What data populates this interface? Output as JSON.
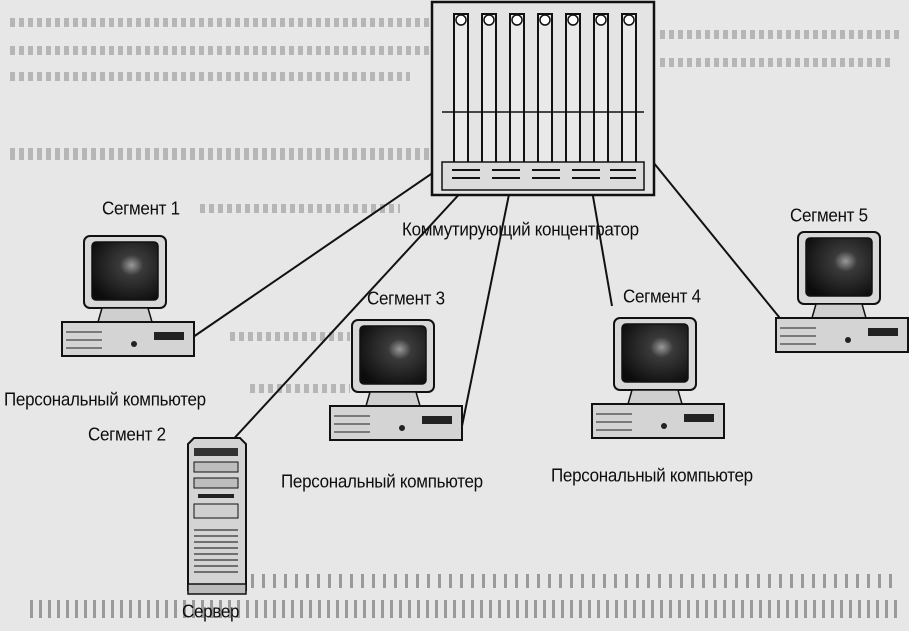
{
  "labels": {
    "hub": "Коммутирующий концентратор",
    "segment1": "Сегмент 1",
    "segment2": "Сегмент 2",
    "segment3": "Сегмент 3",
    "segment4": "Сегмент 4",
    "segment5": "Сегмент 5",
    "pc_left": "Персональный компьютер",
    "pc_center": "Персональный компьютер",
    "pc_right": "Персональный компьютер",
    "server": "Сервер"
  },
  "nodes": [
    {
      "id": "pc-segment-1",
      "type": "personal-computer"
    },
    {
      "id": "server-segment-2",
      "type": "server"
    },
    {
      "id": "pc-segment-3",
      "type": "personal-computer"
    },
    {
      "id": "pc-segment-4",
      "type": "personal-computer"
    },
    {
      "id": "pc-segment-5",
      "type": "personal-computer"
    },
    {
      "id": "switching-hub",
      "type": "hub"
    }
  ],
  "edges": [
    {
      "from": "switching-hub",
      "to": "pc-segment-1"
    },
    {
      "from": "switching-hub",
      "to": "server-segment-2"
    },
    {
      "from": "switching-hub",
      "to": "pc-segment-3"
    },
    {
      "from": "switching-hub",
      "to": "pc-segment-4"
    },
    {
      "from": "switching-hub",
      "to": "pc-segment-5"
    }
  ],
  "colors": {
    "background": "#e7e7e7",
    "ink": "#111111",
    "screen": "#1a1a1a"
  }
}
